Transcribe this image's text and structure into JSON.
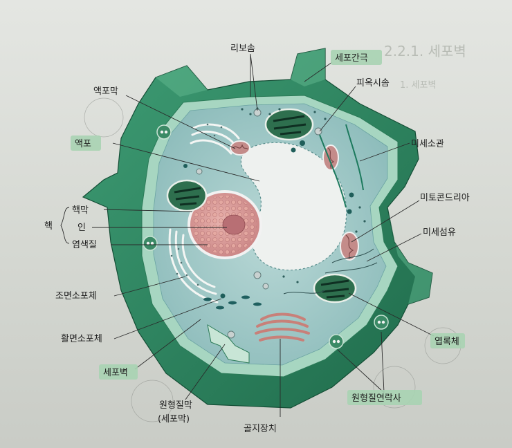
{
  "labels": {
    "ribosome": "리보솜",
    "intercellular_space": "세포간극",
    "plasmodesma_fill": "피옥시솜",
    "vacuole_membrane": "액포막",
    "microtubule": "미세소관",
    "vacuole": "액포",
    "mitochondria": "미토콘드리아",
    "nucleus_group": "핵",
    "nuclear_membrane": "핵막",
    "nucleolus": "인",
    "chromatin": "염색질",
    "microfilament": "미세섬유",
    "rough_er": "조면소포체",
    "smooth_er": "활면소포체",
    "chloroplast": "엽록체",
    "cell_wall": "세포벽",
    "plasma_membrane": "원형질막",
    "plasma_membrane_sub": "(세포막)",
    "plasmodesmata": "원형질연락사",
    "golgi": "골지장치"
  },
  "background_text": {
    "heading": "2.2.1. 세포벽",
    "sub": "1. 세포벽"
  },
  "colors": {
    "cell_wall": "#2f8a63",
    "cell_wall_dark": "#1f6b4b",
    "cytoplasm": "#9fc7c6",
    "vacuole": "#eef1ef",
    "nucleus": "#d69a9a",
    "highlight": "#a9d3b3"
  }
}
